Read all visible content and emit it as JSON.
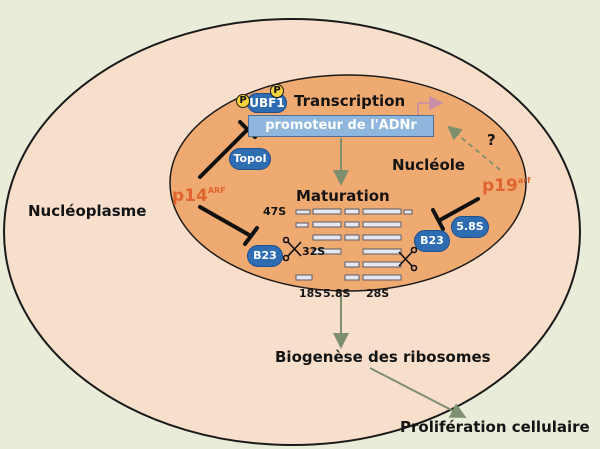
{
  "labels": {
    "nucleoplasme": "Nucléoplasme",
    "nucleole": "Nucléole",
    "transcription": "Transcription",
    "promoteur": "promoteur de l'ADNr",
    "maturation": "Maturation",
    "biogenese": "Biogenèse des ribosomes",
    "proliferation": "Prolifération cellulaire",
    "question": "?",
    "s47": "47S",
    "s32": "32S",
    "s18": "18S",
    "s58_bottom": "5.8S",
    "s28": "28S"
  },
  "proteins": {
    "ubf1": "UBF1",
    "topo1": "TopoI",
    "b23_left": "B23",
    "b23_right": "B23",
    "s58_pill": "5.8S"
  },
  "phospho": {
    "p1": "P",
    "p2": "P"
  },
  "regulators": {
    "p14_main": "p14",
    "p14_sup": "ARF",
    "p19_main": "p19",
    "p19_sup": "arf"
  },
  "colors": {
    "nucleus_fill": "#f7dfcb",
    "nucleolus_fill": "#efaa72",
    "protein_blue": "#2f6db3",
    "regulator_red": "#e0642f",
    "arrow_green": "#7e8f70"
  }
}
